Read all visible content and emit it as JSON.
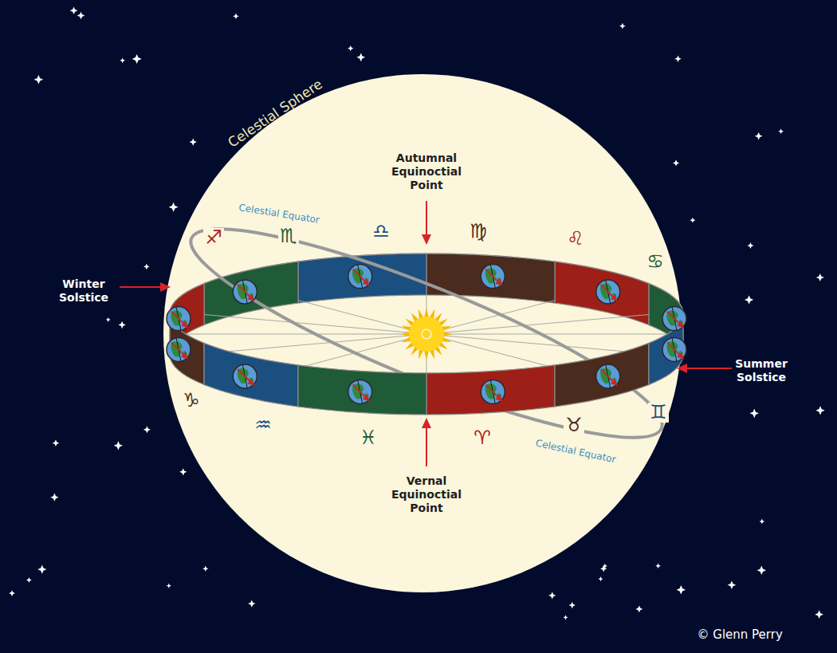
{
  "diagram": {
    "labels": [
      "Celestial Sphere",
      "Autumnal Equinoctial Point",
      "Celestial Equator",
      "♐",
      "♏",
      "♎",
      "♍",
      "♌",
      "♋",
      "Winter Solstice",
      "Summer Solstice",
      "♑",
      "♒",
      "♓",
      "♈",
      "♉",
      "♊",
      "Celestial Equator",
      "Vernal Equinoctial Point",
      "© Glenn Perry"
    ]
  }
}
